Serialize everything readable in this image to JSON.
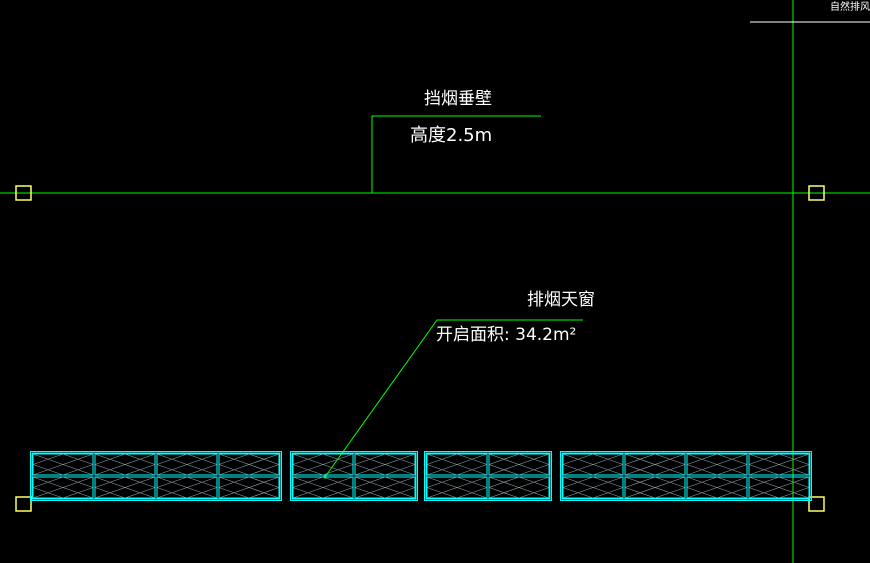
{
  "annotations": {
    "smoke_wall_title": "挡烟垂壁",
    "smoke_wall_height": "高度2.5m",
    "vent_title": "排烟天窗",
    "vent_area": "开启面积: 34.2m²",
    "corner_label": "自然排风"
  },
  "colors": {
    "background": "#000000",
    "grid_line": "#00ff00",
    "leader_line": "#00ff00",
    "window": "#00ffff",
    "text": "#ffffff",
    "column_marker": "#ffff66"
  },
  "skylight_windows": {
    "groups": [
      {
        "panes": 4
      },
      {
        "panes": 2
      },
      {
        "panes": 2
      },
      {
        "panes": 4
      }
    ],
    "rows": 2
  },
  "column_markers": [
    {
      "name": "column-marker-top-left"
    },
    {
      "name": "column-marker-top-right"
    },
    {
      "name": "column-marker-bottom-left"
    },
    {
      "name": "column-marker-bottom-right"
    }
  ]
}
